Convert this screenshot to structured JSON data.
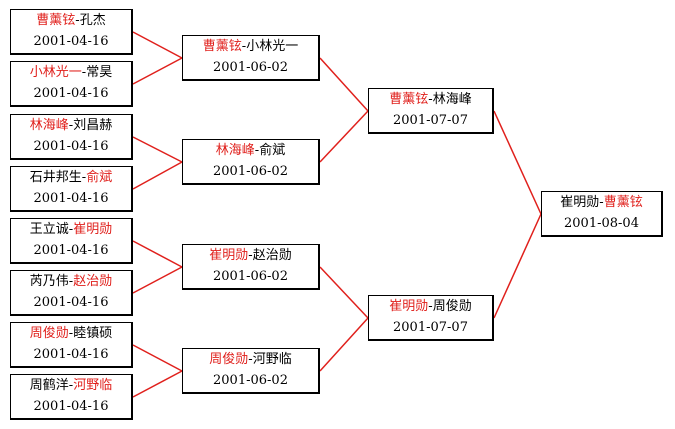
{
  "colors": {
    "winner": "#e0201c",
    "connector": "#e0201c",
    "text": "#000000"
  },
  "bracket": {
    "round1": [
      {
        "p1": "曹薰铉",
        "p2": "孔杰",
        "winner": 1,
        "date": "2001-04-16"
      },
      {
        "p1": "小林光一",
        "p2": "常昊",
        "winner": 1,
        "date": "2001-04-16"
      },
      {
        "p1": "林海峰",
        "p2": "刘昌赫",
        "winner": 1,
        "date": "2001-04-16"
      },
      {
        "p1": "石井邦生",
        "p2": "俞斌",
        "winner": 2,
        "date": "2001-04-16"
      },
      {
        "p1": "王立诚",
        "p2": "崔明勋",
        "winner": 2,
        "date": "2001-04-16"
      },
      {
        "p1": "芮乃伟",
        "p2": "赵治勋",
        "winner": 2,
        "date": "2001-04-16"
      },
      {
        "p1": "周俊勋",
        "p2": "睦镇硕",
        "winner": 1,
        "date": "2001-04-16"
      },
      {
        "p1": "周鹤洋",
        "p2": "河野临",
        "winner": 2,
        "date": "2001-04-16"
      }
    ],
    "round2": [
      {
        "p1": "曹薰铉",
        "p2": "小林光一",
        "winner": 1,
        "date": "2001-06-02"
      },
      {
        "p1": "林海峰",
        "p2": "俞斌",
        "winner": 1,
        "date": "2001-06-02"
      },
      {
        "p1": "崔明勋",
        "p2": "赵治勋",
        "winner": 1,
        "date": "2001-06-02"
      },
      {
        "p1": "周俊勋",
        "p2": "河野临",
        "winner": 1,
        "date": "2001-06-02"
      }
    ],
    "semifinal": [
      {
        "p1": "曹薰铉",
        "p2": "林海峰",
        "winner": 1,
        "date": "2001-07-07"
      },
      {
        "p1": "崔明勋",
        "p2": "周俊勋",
        "winner": 1,
        "date": "2001-07-07"
      }
    ],
    "final": [
      {
        "p1": "崔明勋",
        "p2": "曹薰铉",
        "winner": 2,
        "date": "2001-08-04"
      }
    ]
  }
}
